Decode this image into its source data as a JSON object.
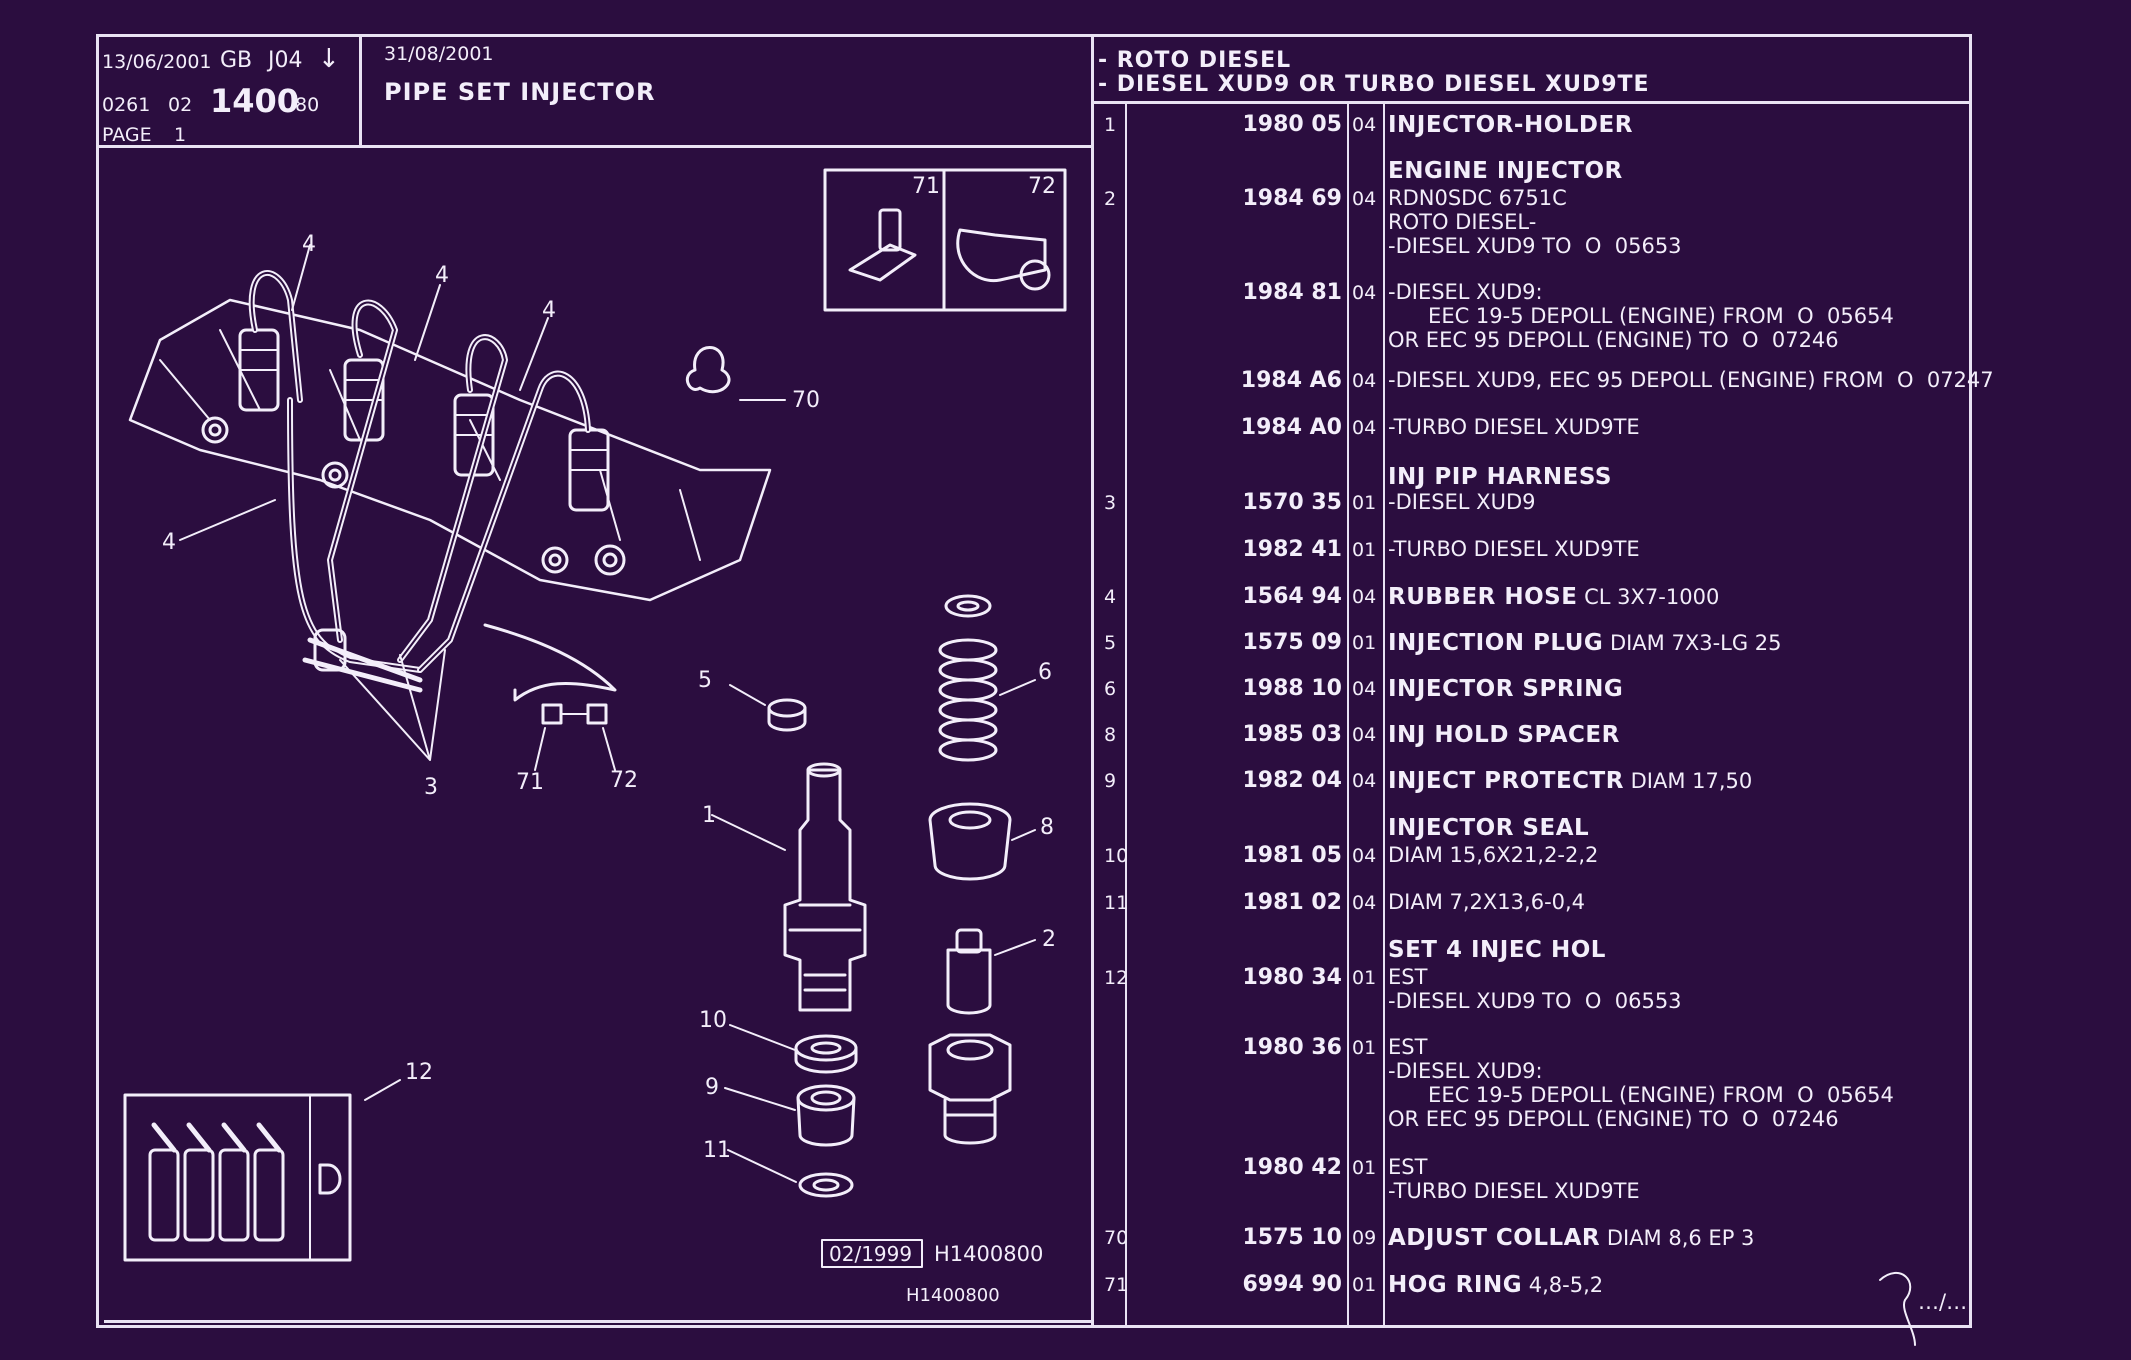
{
  "header": {
    "date1": "13/06/2001",
    "lang_code": "GB",
    "section_code": "J04",
    "arrow": "↓",
    "ref_part1": "0261",
    "ref_part2": "02",
    "ref_main": "1400",
    "ref_part3": "80",
    "page_label": "PAGE",
    "page_number": "1",
    "date2": "31/08/2001",
    "title": "PIPE SET INJECTOR",
    "application_line1": "- ROTO DIESEL",
    "application_line2": "- DIESEL XUD9 OR  TURBO DIESEL XUD9TE"
  },
  "diagram": {
    "callouts": [
      "4",
      "4",
      "4",
      "4",
      "70",
      "71",
      "72",
      "3",
      "71",
      "72",
      "5",
      "6",
      "1",
      "8",
      "2",
      "10",
      "9",
      "11",
      "12"
    ],
    "date_box": "02/1999",
    "drawing_ref": "H1400800",
    "footer_ref": "H1400800"
  },
  "parts": [
    {
      "item": "1",
      "ref": "1980 05",
      "qty": "04",
      "lines": [
        {
          "bold": "INJECTOR-HOLDER",
          "text": ""
        }
      ]
    },
    {
      "item": "",
      "ref": "",
      "qty": "",
      "lines": [
        {
          "bold": "ENGINE INJECTOR",
          "text": ""
        }
      ]
    },
    {
      "item": "2",
      "ref": "1984 69",
      "qty": "04",
      "lines": [
        {
          "bold": "",
          "text": "RDN0SDC 6751C"
        },
        {
          "bold": "",
          "text": "ROTO DIESEL-"
        },
        {
          "bold": "",
          "text": "-DIESEL XUD9 TO  O  05653"
        }
      ]
    },
    {
      "item": "",
      "ref": "1984 81",
      "qty": "04",
      "lines": [
        {
          "bold": "",
          "text": "-DIESEL XUD9:"
        },
        {
          "bold": "",
          "text": "      EEC 19-5 DEPOLL (ENGINE) FROM  O  05654"
        },
        {
          "bold": "",
          "text": "OR EEC 95 DEPOLL (ENGINE) TO  O  07246"
        }
      ]
    },
    {
      "item": "",
      "ref": "1984 A6",
      "qty": "04",
      "lines": [
        {
          "bold": "",
          "text": "-DIESEL XUD9, EEC 95 DEPOLL (ENGINE) FROM  O  07247"
        }
      ]
    },
    {
      "item": "",
      "ref": "1984 A0",
      "qty": "04",
      "lines": [
        {
          "bold": "",
          "text": "-TURBO DIESEL XUD9TE"
        }
      ]
    },
    {
      "item": "",
      "ref": "",
      "qty": "",
      "lines": [
        {
          "bold": "INJ PIP HARNESS",
          "text": ""
        }
      ]
    },
    {
      "item": "3",
      "ref": "1570 35",
      "qty": "01",
      "lines": [
        {
          "bold": "",
          "text": "-DIESEL XUD9"
        }
      ]
    },
    {
      "item": "",
      "ref": "1982 41",
      "qty": "01",
      "lines": [
        {
          "bold": "",
          "text": "-TURBO DIESEL XUD9TE"
        }
      ]
    },
    {
      "item": "4",
      "ref": "1564 94",
      "qty": "04",
      "lines": [
        {
          "bold": "RUBBER HOSE",
          "text": " CL 3X7-1000"
        }
      ]
    },
    {
      "item": "5",
      "ref": "1575 09",
      "qty": "01",
      "lines": [
        {
          "bold": "INJECTION PLUG",
          "text": " DIAM 7X3-LG 25"
        }
      ]
    },
    {
      "item": "6",
      "ref": "1988 10",
      "qty": "04",
      "lines": [
        {
          "bold": "INJECTOR SPRING",
          "text": ""
        }
      ]
    },
    {
      "item": "8",
      "ref": "1985 03",
      "qty": "04",
      "lines": [
        {
          "bold": "INJ HOLD SPACER",
          "text": ""
        }
      ]
    },
    {
      "item": "9",
      "ref": "1982 04",
      "qty": "04",
      "lines": [
        {
          "bold": "INJECT PROTECTR",
          "text": " DIAM 17,50"
        }
      ]
    },
    {
      "item": "",
      "ref": "",
      "qty": "",
      "lines": [
        {
          "bold": "INJECTOR SEAL",
          "text": ""
        }
      ]
    },
    {
      "item": "10",
      "ref": "1981 05",
      "qty": "04",
      "lines": [
        {
          "bold": "",
          "text": "DIAM 15,6X21,2-2,2"
        }
      ]
    },
    {
      "item": "11",
      "ref": "1981 02",
      "qty": "04",
      "lines": [
        {
          "bold": "",
          "text": "DIAM 7,2X13,6-0,4"
        }
      ]
    },
    {
      "item": "",
      "ref": "",
      "qty": "",
      "lines": [
        {
          "bold": "SET 4 INJEC HOL",
          "text": ""
        }
      ]
    },
    {
      "item": "12",
      "ref": "1980 34",
      "qty": "01",
      "lines": [
        {
          "bold": "",
          "text": "EST"
        },
        {
          "bold": "",
          "text": "-DIESEL XUD9 TO  O  06553"
        }
      ]
    },
    {
      "item": "",
      "ref": "1980 36",
      "qty": "01",
      "lines": [
        {
          "bold": "",
          "text": "EST"
        },
        {
          "bold": "",
          "text": "-DIESEL XUD9:"
        },
        {
          "bold": "",
          "text": "      EEC 19-5 DEPOLL (ENGINE) FROM  O  05654"
        },
        {
          "bold": "",
          "text": "OR EEC 95 DEPOLL (ENGINE) TO  O  07246"
        }
      ]
    },
    {
      "item": "",
      "ref": "1980 42",
      "qty": "01",
      "lines": [
        {
          "bold": "",
          "text": "EST"
        },
        {
          "bold": "",
          "text": "-TURBO DIESEL XUD9TE"
        }
      ]
    },
    {
      "item": "70",
      "ref": "1575 10",
      "qty": "09",
      "lines": [
        {
          "bold": "ADJUST COLLAR",
          "text": " DIAM 8,6 EP 3"
        }
      ]
    },
    {
      "item": "71",
      "ref": "6994 90",
      "qty": "01",
      "lines": [
        {
          "bold": "HOG RING",
          "text": " 4,8-5,2"
        }
      ]
    }
  ],
  "continuation": "…/…",
  "colors": {
    "background": "#2b0d3f",
    "ink": "#f3eefa"
  }
}
